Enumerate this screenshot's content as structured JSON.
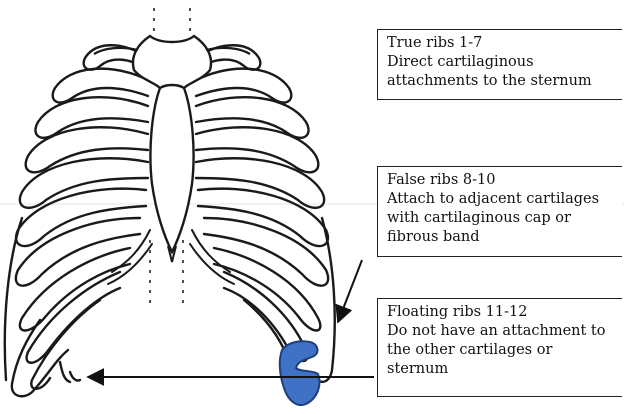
{
  "labels": {
    "true_ribs": {
      "title": "True ribs 1-7",
      "lines": [
        "Direct cartilaginous",
        "attachments to the sternum"
      ]
    },
    "false_ribs": {
      "title": "False ribs 8-10",
      "lines": [
        "Attach to adjacent cartilages",
        "with cartilaginous cap or",
        "fibrous band"
      ]
    },
    "floating_ribs": {
      "title": "Floating ribs 11-12",
      "lines": [
        "Do not have an attachment to",
        "the other cartilages or",
        "sternum"
      ]
    }
  },
  "colors": {
    "line": "#1a1a1a",
    "highlight": "#3f72c6",
    "highlight_stroke": "#1f3f7a"
  }
}
